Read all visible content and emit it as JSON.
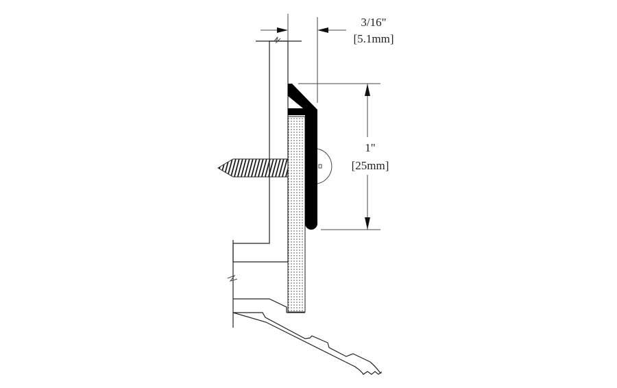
{
  "diagram": {
    "dim_gap": {
      "imperial": "3/16\"",
      "metric": "[5.1mm]"
    },
    "dim_height": {
      "imperial": "1\"",
      "metric": "[25mm]"
    },
    "colors": {
      "line": "#222222",
      "seal": "#000000",
      "background": "#ffffff"
    }
  }
}
